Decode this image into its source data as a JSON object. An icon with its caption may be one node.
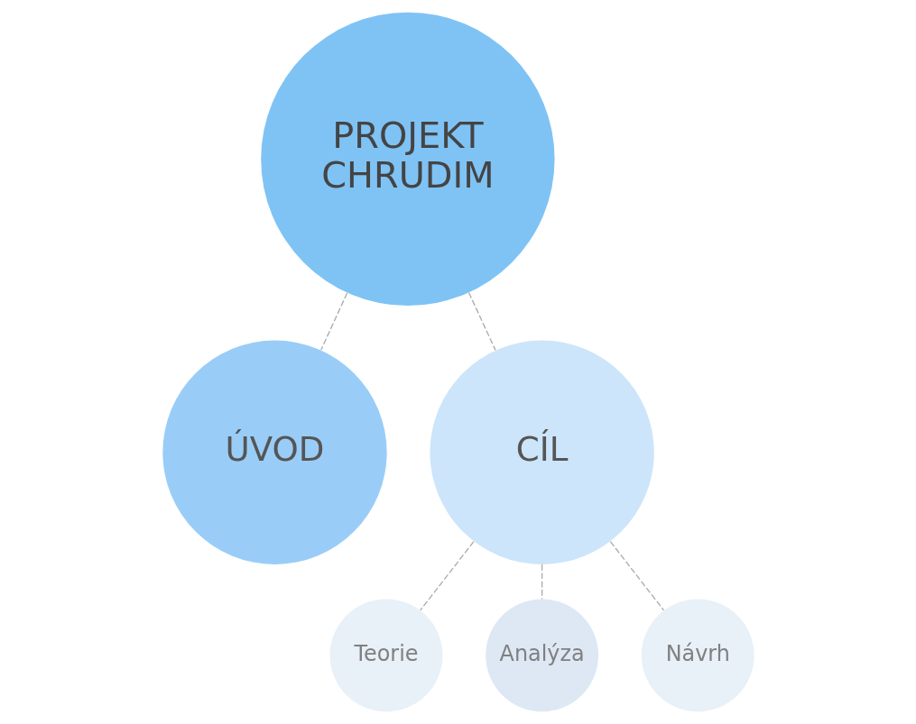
{
  "diagram": {
    "nodes": [
      {
        "text": [
          "PROJEKT CHRUDIM"
        ]
      },
      {
        "text": [
          "ÚVOD"
        ]
      },
      {
        "text": [
          "CÍL"
        ]
      },
      {
        "text": [
          "Teorie"
        ]
      },
      {
        "text": [
          "Analýza"
        ]
      },
      {
        "text": [
          "Návrh"
        ]
      }
    ],
    "edges": [
      {
        "from": 0,
        "to": 1,
        "arrow": "none",
        "style": "dashed"
      },
      {
        "from": 0,
        "to": 2,
        "arrow": "none",
        "style": "dashed"
      },
      {
        "from": 2,
        "to": 3,
        "arrow": "none",
        "style": "dashed"
      },
      {
        "from": 2,
        "to": 4,
        "arrow": "none",
        "style": "dashed"
      },
      {
        "from": 2,
        "to": 5,
        "arrow": "none",
        "style": "dashed"
      }
    ]
  }
}
